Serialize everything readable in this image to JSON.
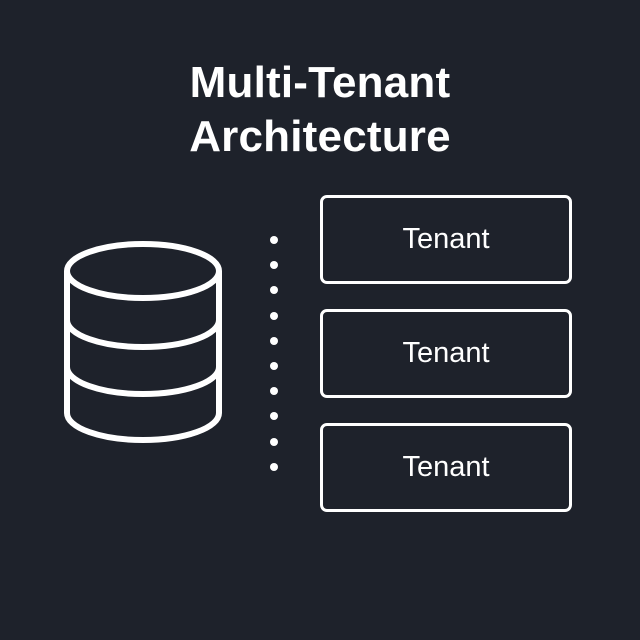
{
  "title": {
    "line1": "Multi-Tenant",
    "line2": "Architecture"
  },
  "database": {
    "icon": "database-icon",
    "layers": 3
  },
  "connector": {
    "style": "dotted",
    "dot_count": 10
  },
  "tenants": [
    {
      "label": "Tenant"
    },
    {
      "label": "Tenant"
    },
    {
      "label": "Tenant"
    }
  ],
  "colors": {
    "background": "#1e222b",
    "foreground": "#ffffff"
  }
}
